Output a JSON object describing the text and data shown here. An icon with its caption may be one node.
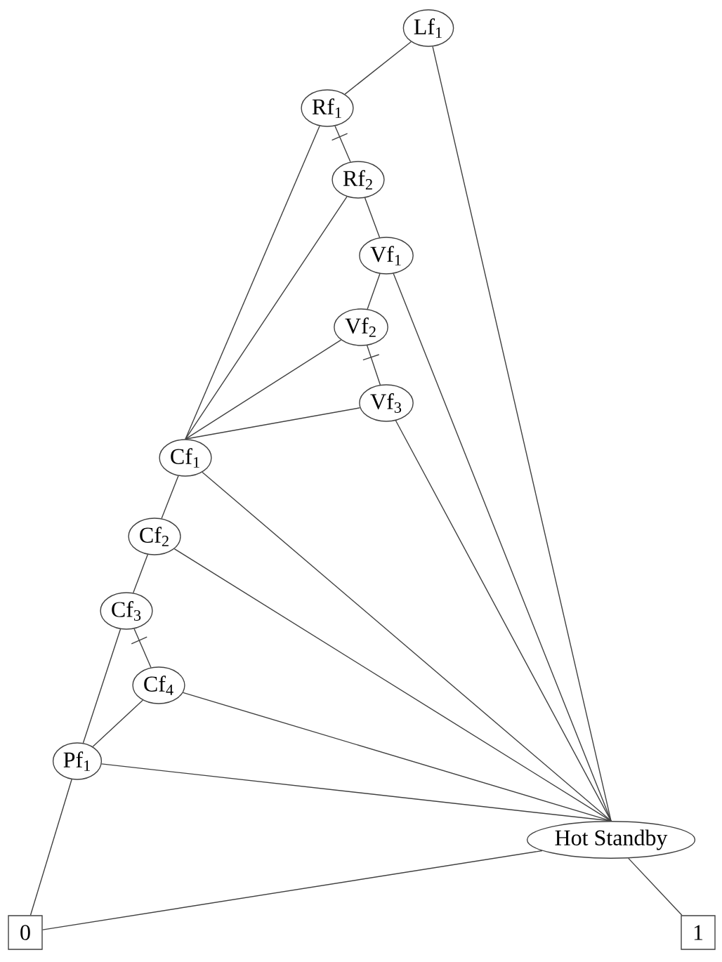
{
  "diagram": {
    "nodes": [
      {
        "text": [
          "Lf$_{1}$"
        ]
      },
      {
        "text": [
          "Rf$_{1}$"
        ]
      },
      {
        "text": [
          "Rf$_{2}$"
        ]
      },
      {
        "text": [
          "Vf$_{1}$"
        ]
      },
      {
        "text": [
          "Vf$_{2}$"
        ]
      },
      {
        "text": [
          "Vf$_{3}$"
        ]
      },
      {
        "text": [
          "Cf$_{1}$"
        ]
      },
      {
        "text": [
          "Cf$_{2}$"
        ]
      },
      {
        "text": [
          "Cf$_{3}$"
        ]
      },
      {
        "text": [
          "Cf$_{4}$"
        ]
      },
      {
        "text": [
          "Pf$_{1}$"
        ]
      },
      {
        "text": [
          "Hot Standby"
        ]
      },
      {
        "text": [
          "0"
        ]
      },
      {
        "text": [
          "1"
        ]
      }
    ],
    "edges": [
      {
        "from": 0,
        "to": 1,
        "arrow": "none"
      },
      {
        "from": 0,
        "to": 11,
        "arrow": "none"
      },
      {
        "from": 1,
        "to": 2,
        "arrow": "none"
      },
      {
        "from": 1,
        "to": 6,
        "arrow": "none"
      },
      {
        "from": 2,
        "to": 3,
        "arrow": "none"
      },
      {
        "from": 2,
        "to": 6,
        "arrow": "none"
      },
      {
        "from": 3,
        "to": 4,
        "arrow": "none"
      },
      {
        "from": 3,
        "to": 11,
        "arrow": "none"
      },
      {
        "from": 4,
        "to": 5,
        "arrow": "none"
      },
      {
        "from": 4,
        "to": 6,
        "arrow": "none"
      },
      {
        "from": 5,
        "to": 6,
        "arrow": "none"
      },
      {
        "from": 5,
        "to": 11,
        "arrow": "none"
      },
      {
        "from": 6,
        "to": 7,
        "arrow": "none"
      },
      {
        "from": 6,
        "to": 11,
        "arrow": "none"
      },
      {
        "from": 7,
        "to": 8,
        "arrow": "none"
      },
      {
        "from": 7,
        "to": 11,
        "arrow": "none"
      },
      {
        "from": 8,
        "to": 9,
        "arrow": "none"
      },
      {
        "from": 8,
        "to": 10,
        "arrow": "none"
      },
      {
        "from": 9,
        "to": 10,
        "arrow": "none"
      },
      {
        "from": 9,
        "to": 11,
        "arrow": "none"
      },
      {
        "from": 10,
        "to": 11,
        "arrow": "none"
      },
      {
        "from": 10,
        "to": 12,
        "arrow": "none"
      },
      {
        "from": 11,
        "to": 12,
        "arrow": "none"
      },
      {
        "from": 11,
        "to": 13,
        "arrow": "none"
      }
    ]
  }
}
